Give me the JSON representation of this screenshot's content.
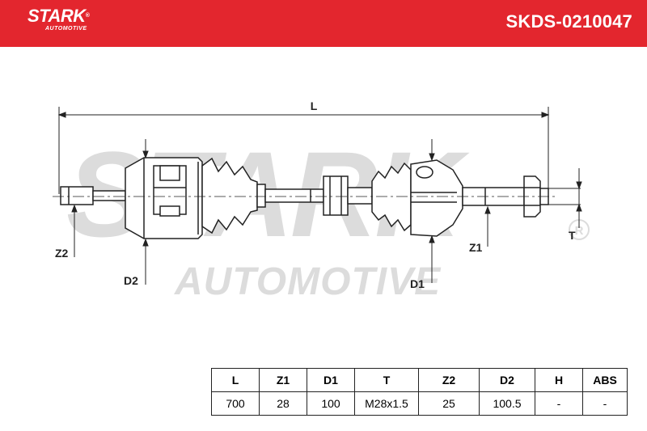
{
  "header": {
    "brand": "STARK",
    "brand_sub": "AUTOMOTIVE",
    "part_number": "SKDS-0210047",
    "color": "#e3262e"
  },
  "watermark": {
    "line1": "STARK",
    "line2": "AUTOMOTIVE",
    "color": "#d9d9d9"
  },
  "dimension_labels": {
    "L": "L",
    "Z2": "Z2",
    "D2": "D2",
    "D1": "D1",
    "Z1": "Z1",
    "T": "T"
  },
  "spec_table": {
    "columns": [
      "L",
      "Z1",
      "D1",
      "T",
      "Z2",
      "D2",
      "H",
      "ABS"
    ],
    "values": [
      "700",
      "28",
      "100",
      "M28x1.5",
      "25",
      "100.5",
      "-",
      "-"
    ]
  }
}
